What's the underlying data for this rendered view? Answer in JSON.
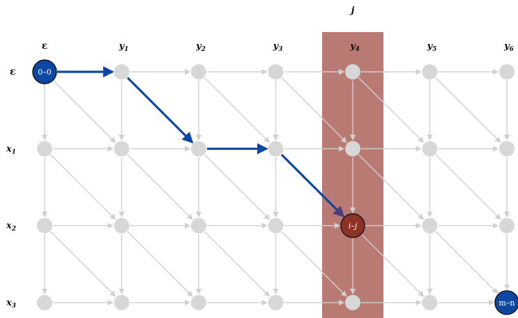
{
  "colors": {
    "highlight_column": "#b97a73",
    "node": "#d7d7d7",
    "edge": "#d0d0d0",
    "path": "#0d47a1",
    "path_dark": "#4a3f78",
    "special_node_blue": "#0d47a1",
    "special_node_red": "#8e3226"
  },
  "top_label": "j",
  "column_labels": [
    {
      "base": "ε",
      "sub": ""
    },
    {
      "base": "y",
      "sub": "1"
    },
    {
      "base": "y",
      "sub": "2"
    },
    {
      "base": "y",
      "sub": "3"
    },
    {
      "base": "y",
      "sub": "4"
    },
    {
      "base": "y",
      "sub": "5"
    },
    {
      "base": "y",
      "sub": "6"
    }
  ],
  "row_labels": [
    {
      "base": "ε",
      "sub": ""
    },
    {
      "base": "x",
      "sub": "1"
    },
    {
      "base": "x",
      "sub": "2"
    },
    {
      "base": "x",
      "sub": "3"
    }
  ],
  "highlight_column_index": 4,
  "grid": {
    "rows": 4,
    "cols": 7
  },
  "special_nodes": [
    {
      "row": 0,
      "col": 0,
      "text": "0–0",
      "kind": "blue"
    },
    {
      "row": 2,
      "col": 4,
      "text": "i–j",
      "kind": "red"
    },
    {
      "row": 3,
      "col": 6,
      "text": "m–n",
      "kind": "blue"
    }
  ],
  "alignment_path": [
    {
      "from": [
        0,
        0
      ],
      "to": [
        0,
        1
      ]
    },
    {
      "from": [
        0,
        1
      ],
      "to": [
        1,
        2
      ]
    },
    {
      "from": [
        1,
        2
      ],
      "to": [
        1,
        3
      ]
    },
    {
      "from": [
        1,
        3
      ],
      "to": [
        2,
        4
      ]
    }
  ]
}
